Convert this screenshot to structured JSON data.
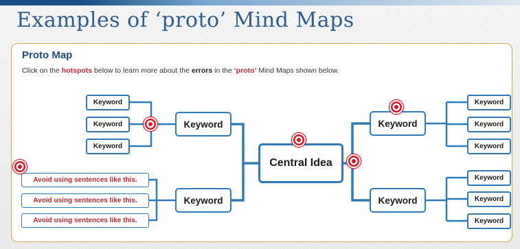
{
  "page": {
    "title": "Examples of ‘proto’ Mind Maps"
  },
  "panel": {
    "heading": "Proto Map",
    "instruction": {
      "prefix": "Click on the ",
      "hotspots": "hotspots",
      "middle1": " below to learn more about the ",
      "errors": "errors",
      "middle2": " in the ",
      "proto": "‘proto’",
      "suffix": " Mind Maps shown below."
    }
  },
  "map": {
    "central": "Central Idea",
    "branches": {
      "left_top": "Keyword",
      "left_bottom": "Keyword",
      "right_top": "Keyword",
      "right_bottom": "Keyword"
    },
    "left_top_leaves": [
      "Keyword",
      "Keyword",
      "Keyword"
    ],
    "left_bottom_leaves": [
      "Avoid using sentences like this.",
      "Avoid using sentences like this.",
      "Avoid using sentences like this."
    ],
    "right_top_leaves": [
      "Keyword",
      "Keyword",
      "Keyword"
    ],
    "right_bottom_leaves": [
      "Keyword",
      "Keyword",
      "Keyword"
    ]
  },
  "colors": {
    "connector": "#2f7ab8",
    "hotspot": "#d6182b",
    "panel_border": "#dca14a",
    "title": "#2f5e8c"
  },
  "icons": {
    "hotspot": "hotspot-target-icon"
  }
}
